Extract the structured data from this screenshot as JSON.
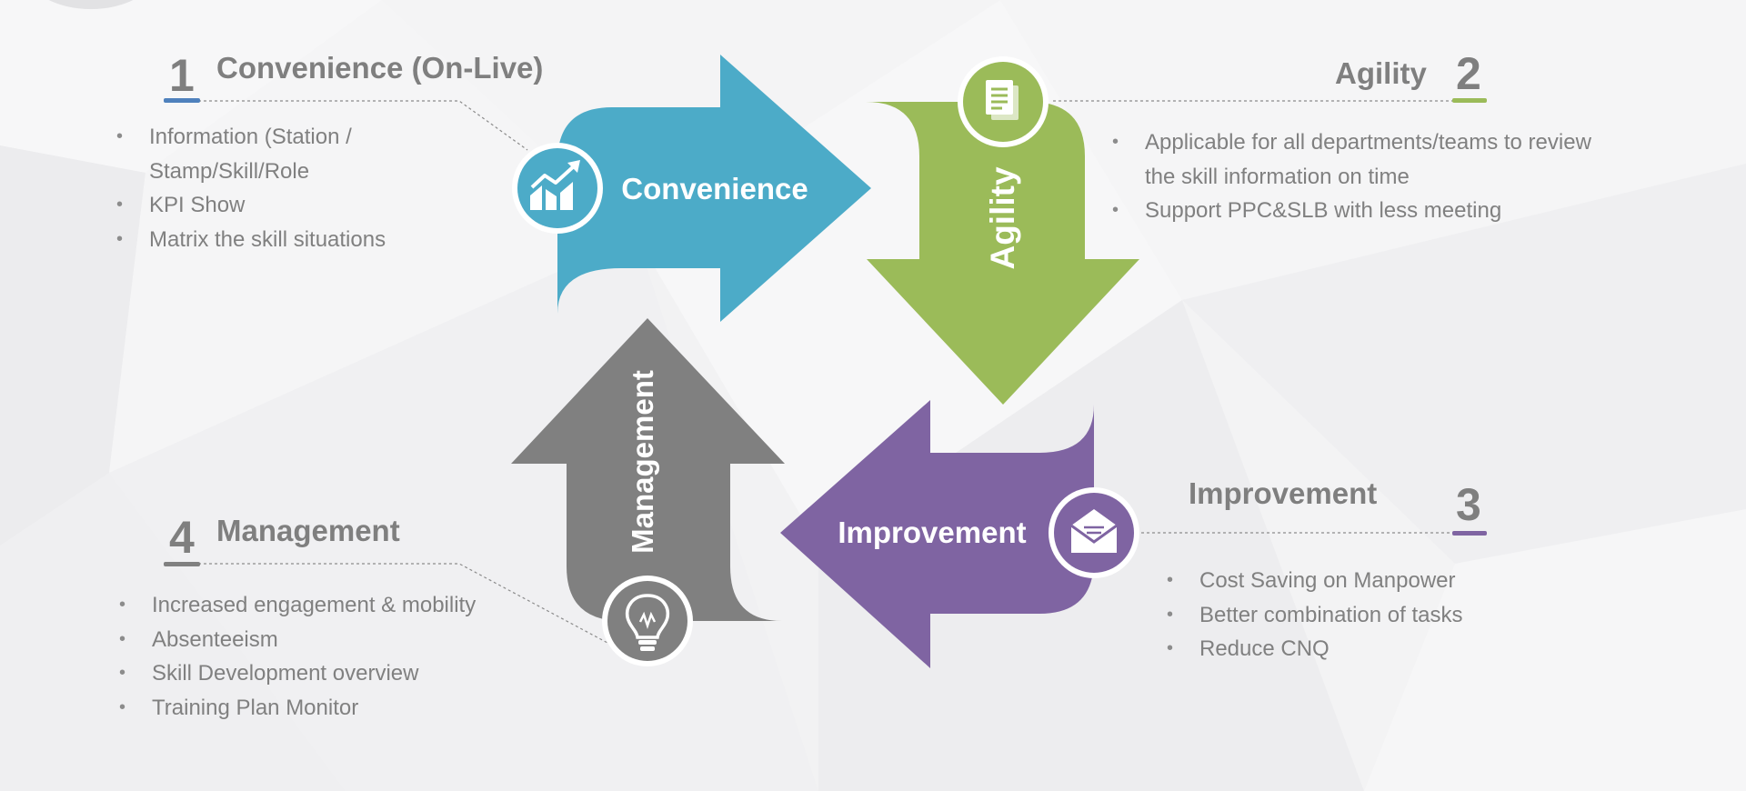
{
  "diagram": {
    "convenience": {
      "number": "1",
      "heading": "Convenience (On-Live)",
      "arrow_label": "Convenience",
      "color": "#4cabc8",
      "icon": "chart-growth-icon",
      "bullets": [
        "Information (Station /",
        "Stamp/Skill/Role",
        "KPI Show",
        "Matrix the skill situations"
      ]
    },
    "agility": {
      "number": "2",
      "heading": "Agility",
      "arrow_label": "Agility",
      "color": "#9bbb59",
      "icon": "document-icon",
      "bullets": [
        "Applicable for all departments/teams to review",
        "the skill information on time",
        "Support PPC&SLB with less meeting"
      ]
    },
    "improvement": {
      "number": "3",
      "heading": "Improvement",
      "arrow_label": "Improvement",
      "color": "#7f64a2",
      "icon": "envelope-icon",
      "bullets": [
        "Cost Saving on Manpower",
        "Better combination of tasks",
        "Reduce CNQ"
      ]
    },
    "management": {
      "number": "4",
      "heading": "Management",
      "arrow_label": "Management",
      "color": "#808080",
      "icon": "lightbulb-icon",
      "bullets": [
        "Increased engagement & mobility",
        "Absenteeism",
        "Skill Development overview",
        "Training Plan Monitor"
      ]
    }
  },
  "colors": {
    "text_gray": "#7f7f7f",
    "connector": "#8c8c8c",
    "underline_blue": "#4f81bd",
    "underline_green": "#9bbb59",
    "underline_purple": "#7f64a2",
    "underline_gray": "#808080"
  }
}
